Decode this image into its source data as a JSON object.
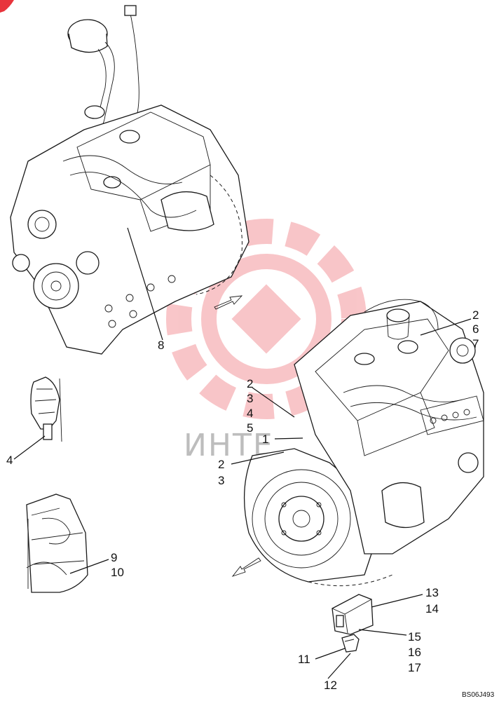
{
  "diagram": {
    "reference_code": "BS06J493",
    "watermark_text": "ИНТЕ",
    "callouts": {
      "c8": "8",
      "c4": "4",
      "c9": "9",
      "c10": "10",
      "c2a": "2",
      "c6": "6",
      "c7": "7",
      "c2b": "2",
      "c3a": "3",
      "c4b": "4",
      "c5": "5",
      "c1": "1",
      "c2c": "2",
      "c3b": "3",
      "c13": "13",
      "c14": "14",
      "c15": "15",
      "c16": "16",
      "c17": "17",
      "c11": "11",
      "c12": "12"
    },
    "colors": {
      "line": "#111111",
      "watermark": "#e8343c",
      "background": "#ffffff"
    }
  }
}
